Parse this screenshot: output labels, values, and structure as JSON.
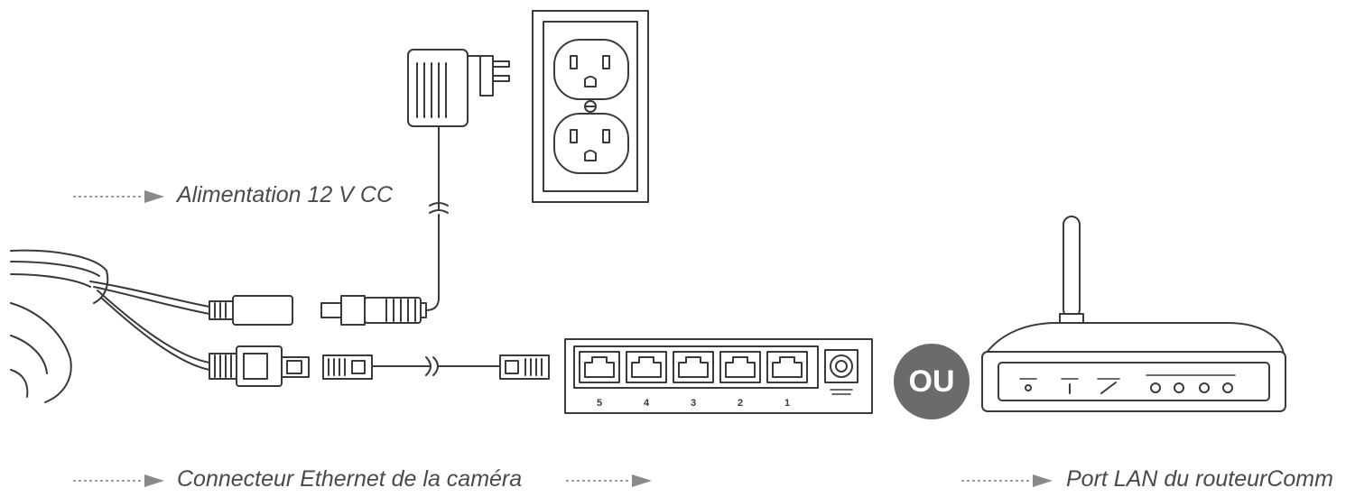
{
  "labels": {
    "power": "Alimentation 12 V CC",
    "camera_connector": "Connecteur Ethernet de la caméra",
    "router_port": "Port LAN du routeurComm"
  },
  "or_badge": "OU",
  "switch": {
    "port_numbers": [
      "5",
      "4",
      "3",
      "2",
      "1"
    ]
  },
  "colors": {
    "line": "#3a3a3a",
    "arrow": "#8a8a8a",
    "badge": "#6b6b6b"
  }
}
